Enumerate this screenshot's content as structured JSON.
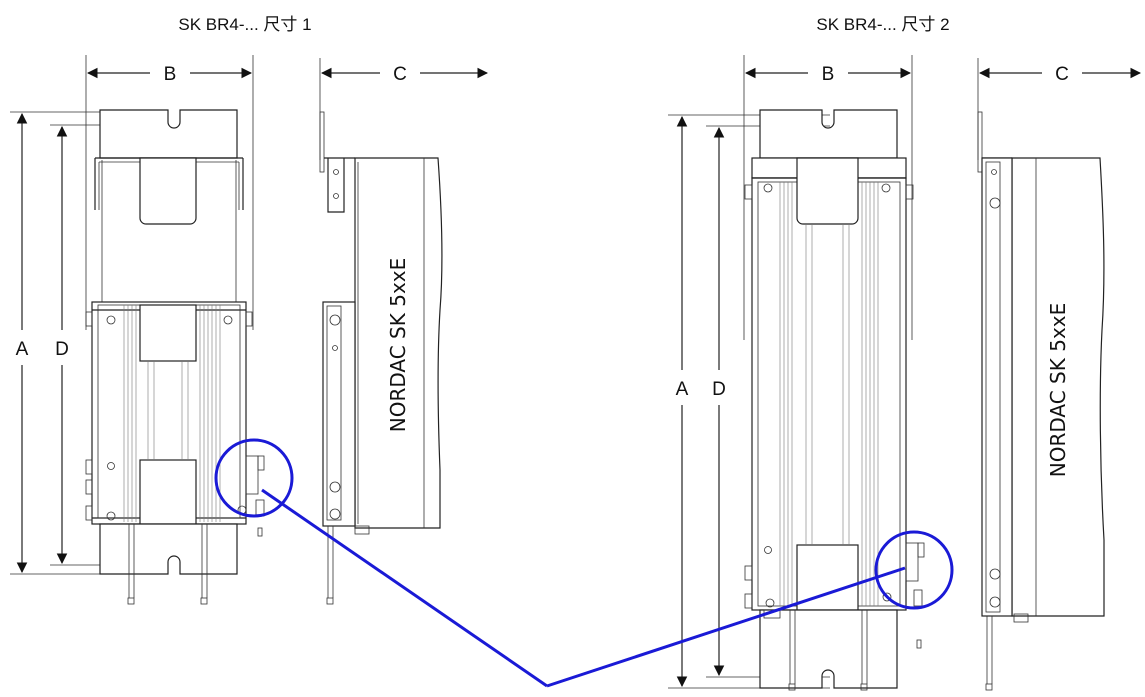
{
  "views": [
    {
      "title": "SK BR4-... 尺寸 1",
      "dims": {
        "a": "A",
        "b": "B",
        "c": "C",
        "d": "D"
      },
      "product_label": "NORDAC SK 5xxE"
    },
    {
      "title": "SK BR4-... 尺寸 2",
      "dims": {
        "a": "A",
        "b": "B",
        "c": "C",
        "d": "D"
      },
      "product_label": "NORDAC SK 5xxE"
    }
  ],
  "colors": {
    "line": "#222222",
    "highlight": "#1a1ad6",
    "background": "#ffffff"
  }
}
